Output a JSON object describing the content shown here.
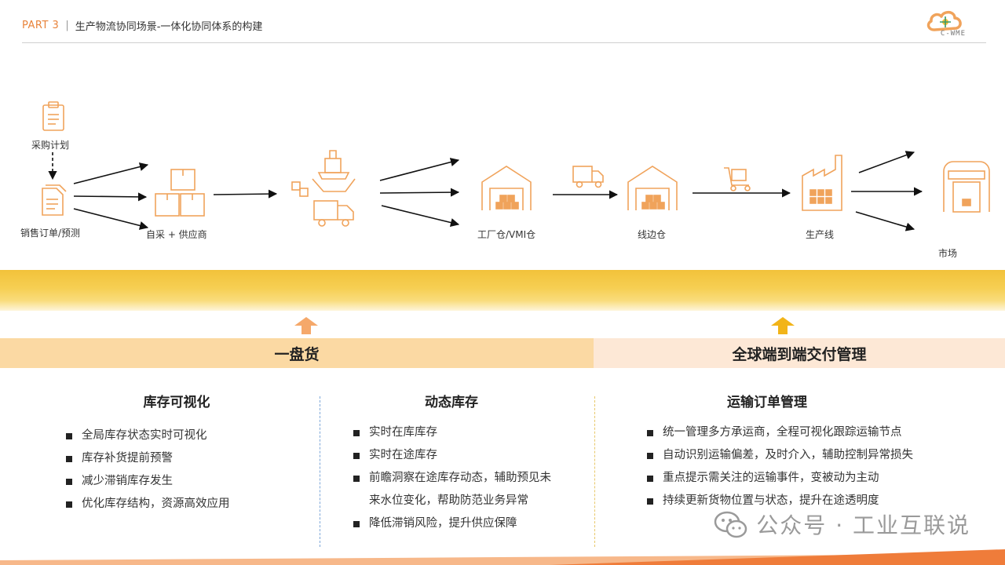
{
  "header": {
    "part": "PART 3",
    "separator": "|",
    "title": "生产物流协同场景-一体化协同体系的构建",
    "logo_text": "C-WME"
  },
  "flow": {
    "nodes": [
      {
        "id": "purchase-plan",
        "label": "采购计划",
        "icon": "clipboard-icon"
      },
      {
        "id": "sales-order",
        "label": "销售订单/预测",
        "icon": "document-icon"
      },
      {
        "id": "supplier",
        "label": "自采 + 供应商",
        "icon": "boxes-icon"
      },
      {
        "id": "transport",
        "label": "",
        "icon": "ship-truck-icon"
      },
      {
        "id": "factory-warehouse",
        "label": "工厂仓/VMI仓",
        "icon": "warehouse-icon"
      },
      {
        "id": "line-warehouse",
        "label": "线边仓",
        "icon": "warehouse-icon"
      },
      {
        "id": "production-line",
        "label": "生产线",
        "icon": "factory-icon"
      },
      {
        "id": "market",
        "label": "市场",
        "icon": "store-icon"
      }
    ],
    "accent_color": "#f0a35b"
  },
  "categories": {
    "left": "一盘货",
    "right": "全球端到端交付管理"
  },
  "columns": [
    {
      "title": "库存可视化",
      "items": [
        "全局库存状态实时可视化",
        "库存补货提前预警",
        "减少滞销库存发生",
        "优化库存结构，资源高效应用"
      ]
    },
    {
      "title": "动态库存",
      "items": [
        "实时在库库存",
        "实时在途库存",
        "前瞻洞察在途库存动态，辅助预见未",
        "降低滞销风险，提升供应保障"
      ],
      "continuation": "来水位变化，帮助防范业务异常"
    },
    {
      "title": "运输订单管理",
      "items": [
        "统一管理多方承运商，全程可视化跟踪运输节点",
        "自动识别运输偏差，及时介入，辅助控制异常损失",
        "重点提示需关注的运输事件，变被动为主动",
        "持续更新货物位置与状态，提升在途透明度"
      ]
    }
  ],
  "watermark": {
    "text": "公众号 · 工业互联说",
    "icon": "wechat-icon"
  },
  "colors": {
    "band": "#f4c53f",
    "cat_left_bg": "#fbd9a3",
    "cat_right_bg": "#fde8d6",
    "arrow_left": "#f5a86a",
    "arrow_right": "#f2b418"
  }
}
